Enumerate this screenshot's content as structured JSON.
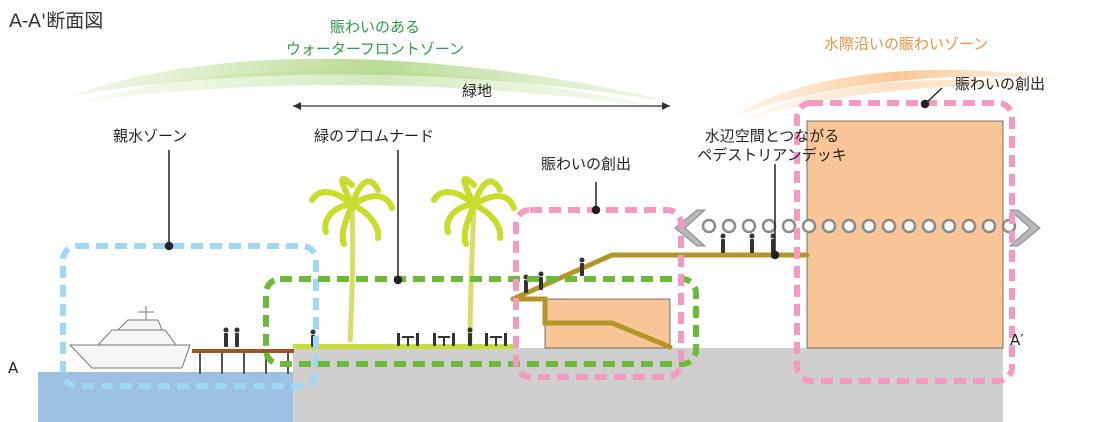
{
  "title": "A-A'断面図",
  "zones": {
    "waterfront_line1": "賑わいのある",
    "waterfront_line2": "ウォーターフロントゾーン",
    "waterside": "水際沿いの賑わいゾーン"
  },
  "labels": {
    "green_space": "緑地",
    "shinsui": "親水ゾーン",
    "promenade": "緑のプロムナード",
    "nigiwai_center": "賑わいの創出",
    "nigiwai_right": "賑わいの創出",
    "deck_line1": "水辺空間とつながる",
    "deck_line2": "ペデストリアンデッキ",
    "marker_a": "A",
    "marker_a_prime": "A′"
  },
  "colors": {
    "shinsui": "#9fd8f5",
    "promenade": "#6cba3a",
    "nigiwai": "#f49ac1",
    "building": "#f7c596",
    "deck": "#b3962a",
    "water": "#9cc1e3",
    "ground": "#cfcfcf",
    "zone_green": "#b5d98f",
    "zone_orange": "#f9c590"
  }
}
